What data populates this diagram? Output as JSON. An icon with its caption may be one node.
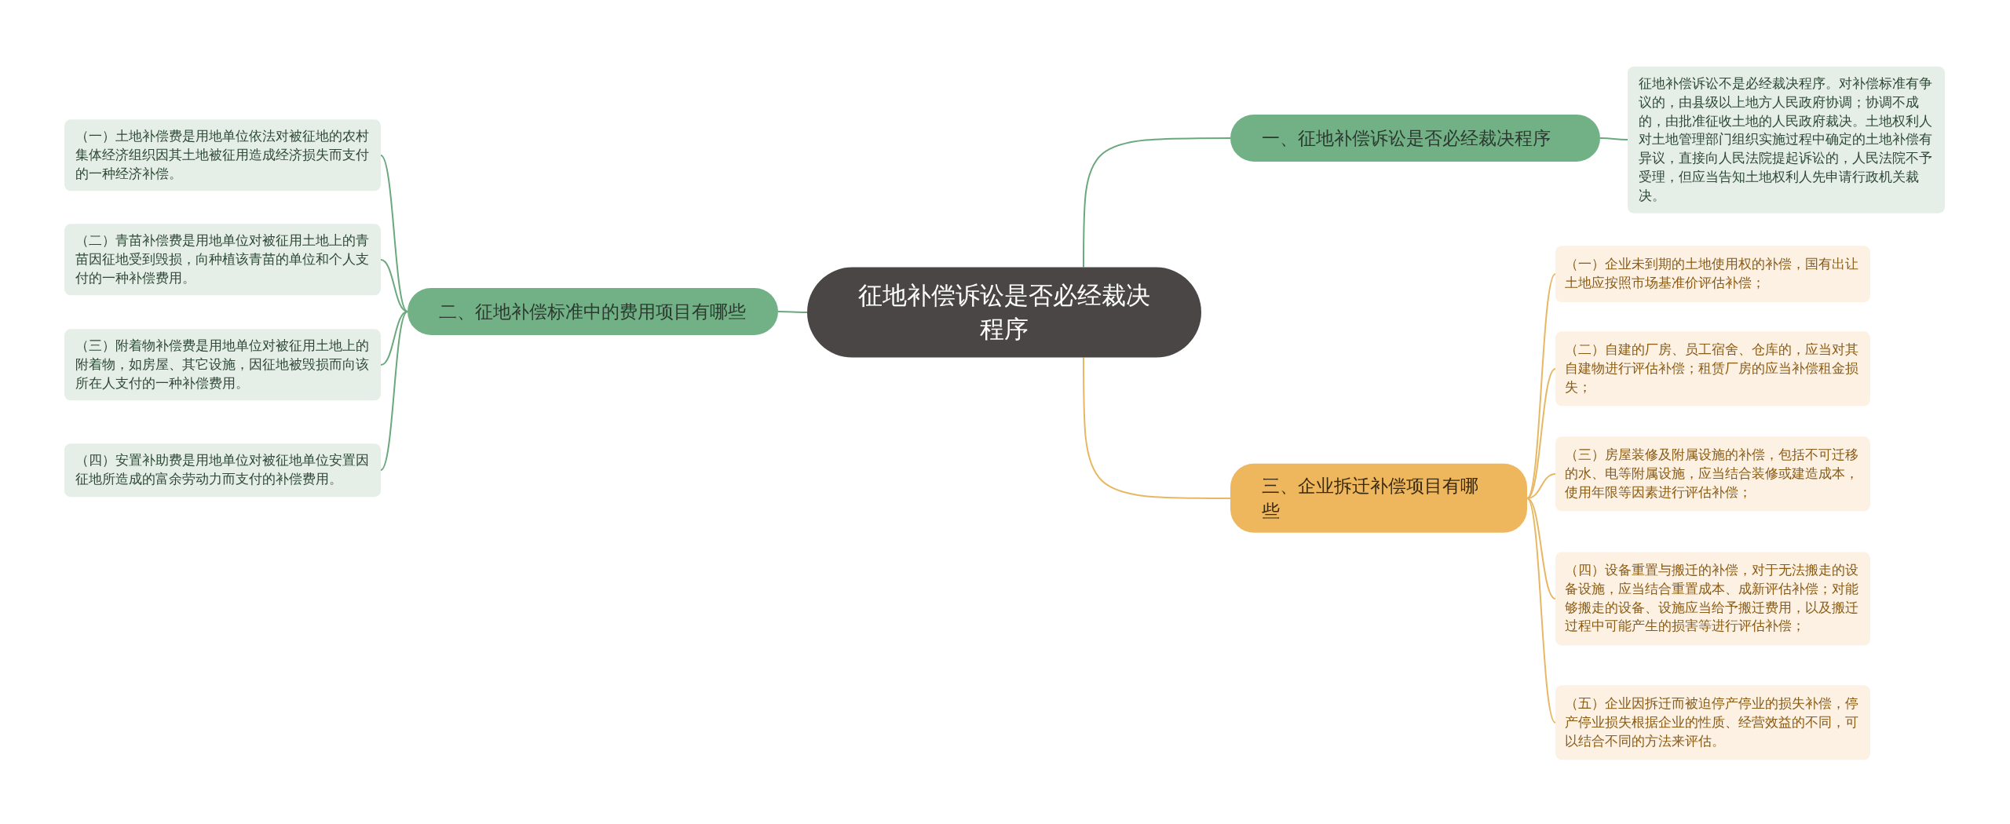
{
  "diagram": {
    "nodes": [
      {
        "text": [
          "征地补偿诉讼是否必经裁决程序"
        ]
      },
      {
        "text": [
          "一、征地补偿诉讼是否必经裁决程序"
        ]
      },
      {
        "text": [
          "征地补偿诉讼不是必经裁决程序。对补偿标准有争议的，由县级以上地方人民政府协调；协调不成的，由批准征收土地的人民政府裁决。土地权利人对土地管理部门组织实施过程中确定的土地补偿有异议，直接向人民法院提起诉讼的，人民法院不予受理，但应当告知土地权利人先申请行政机关裁决。"
        ]
      },
      {
        "text": [
          "二、征地补偿标准中的费用项目有哪些"
        ]
      },
      {
        "text": [
          "（一）土地补偿费是用地单位依法对被征地的农村集体经济组织因其土地被征用造成经济损失而支付的一种经济补偿。"
        ]
      },
      {
        "text": [
          "（二）青苗补偿费是用地单位对被征用土地上的青苗因征地受到毁损，向种植该青苗的单位和个人支付的一种补偿费用。"
        ]
      },
      {
        "text": [
          "（三）附着物补偿费是用地单位对被征用土地上的附着物，如房屋、其它设施，因征地被毁损而向该所在人支付的一种补偿费用。"
        ]
      },
      {
        "text": [
          "（四）安置补助费是用地单位对被征地单位安置因征地所造成的富余劳动力而支付的补偿费用。"
        ]
      },
      {
        "text": [
          "三、企业拆迁补偿项目有哪些"
        ]
      },
      {
        "text": [
          "（一）企业未到期的土地使用权的补偿，国有出让土地应按照市场基准价评估补偿；"
        ]
      },
      {
        "text": [
          "（二）自建的厂房、员工宿舍、仓库的，应当对其自建物进行评估补偿；租赁厂房的应当补偿租金损失；"
        ]
      },
      {
        "text": [
          "（三）房屋装修及附属设施的补偿，包括不可迁移的水、电等附属设施，应当结合装修或建造成本，使用年限等因素进行评估补偿；"
        ]
      },
      {
        "text": [
          "（四）设备重置与搬迁的补偿，对于无法搬走的设备设施，应当结合重置成本、成新评估补偿；对能够搬走的设备、设施应当给予搬迁费用，以及搬迁过程中可能产生的损害等进行评估补偿；"
        ]
      },
      {
        "text": [
          "（五）企业因拆迁而被迫停产停业的损失补偿，停产停业损失根据企业的性质、经营效益的不同，可以结合不同的方法来评估。"
        ]
      }
    ],
    "edges": [
      {
        "from": 0,
        "to": 1,
        "arrow": "none"
      },
      {
        "from": 1,
        "to": 2,
        "arrow": "none"
      },
      {
        "from": 0,
        "to": 3,
        "arrow": "none"
      },
      {
        "from": 3,
        "to": 4,
        "arrow": "none"
      },
      {
        "from": 3,
        "to": 5,
        "arrow": "none"
      },
      {
        "from": 3,
        "to": 6,
        "arrow": "none"
      },
      {
        "from": 3,
        "to": 7,
        "arrow": "none"
      },
      {
        "from": 0,
        "to": 8,
        "arrow": "none",
        "color": "#e8b764"
      },
      {
        "from": 8,
        "to": 9,
        "arrow": "none",
        "color": "#e8b764"
      },
      {
        "from": 8,
        "to": 10,
        "arrow": "none",
        "color": "#e8b764"
      },
      {
        "from": 8,
        "to": 11,
        "arrow": "none",
        "color": "#e8b764"
      },
      {
        "from": 8,
        "to": 12,
        "arrow": "none",
        "color": "#e8b764"
      },
      {
        "from": 8,
        "to": 13,
        "arrow": "none",
        "color": "#e8b764"
      }
    ]
  }
}
